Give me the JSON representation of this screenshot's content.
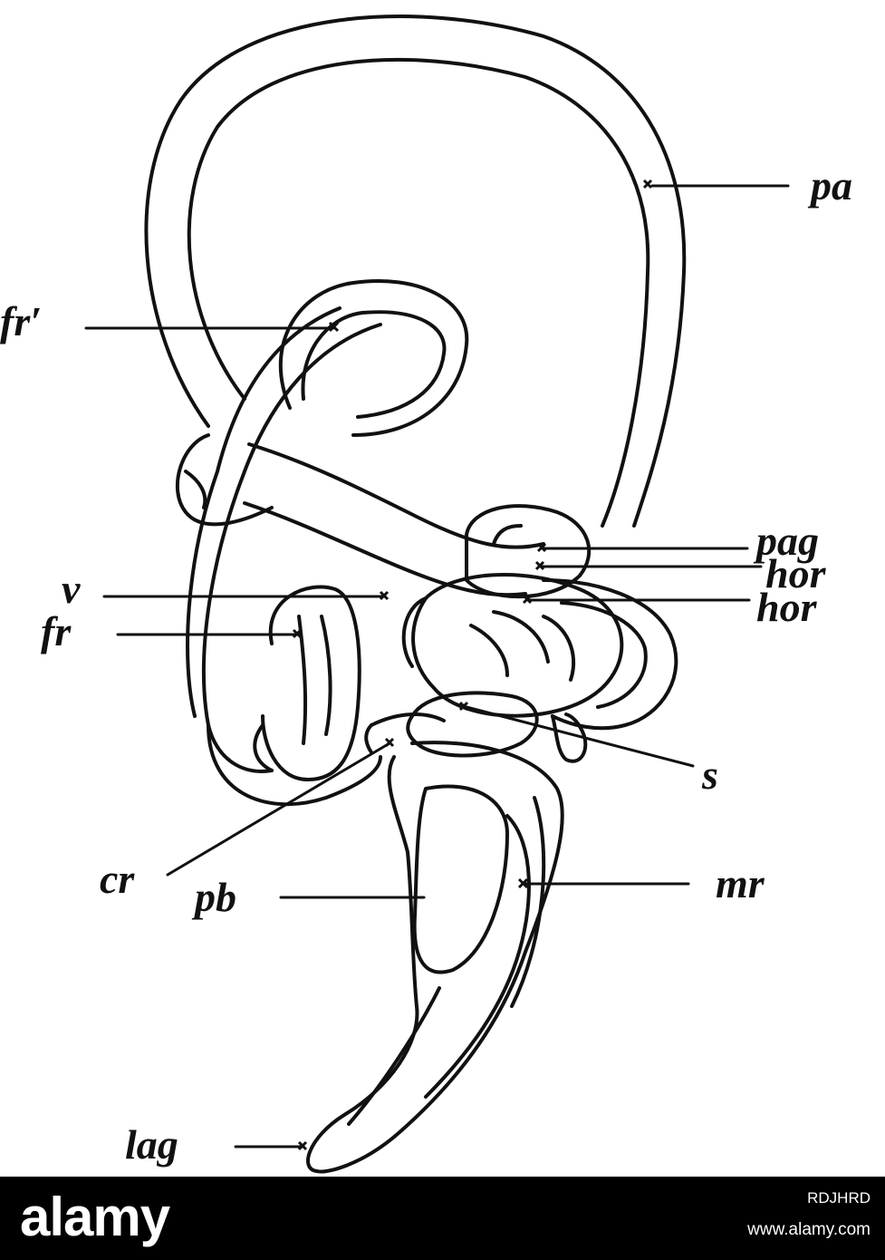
{
  "labels": {
    "pa": "pa",
    "fr_prime": "fr′",
    "pag": "pag",
    "hor_upper": "hor",
    "hor_lower": "hor",
    "v": "v",
    "fr": "fr",
    "s": "s",
    "cr": "cr",
    "pb": "pb",
    "mr": "mr",
    "lag": "lag"
  },
  "watermark": {
    "logo": "alamy",
    "image_id": "RDJHRD",
    "url": "www.alamy.com"
  },
  "colors": {
    "ink": "#111111",
    "paper": "#ffffff",
    "banner": "#000000"
  }
}
